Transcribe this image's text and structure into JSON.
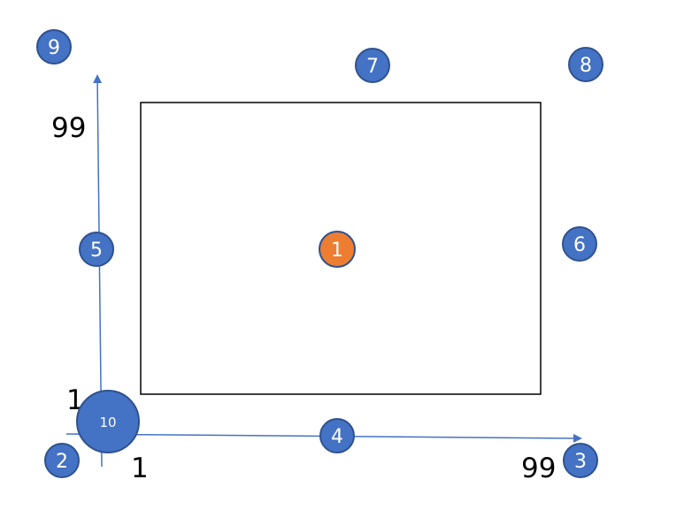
{
  "labels": {
    "y_top": "99",
    "y_bottom": "1",
    "x_left": "1",
    "x_right": "99"
  },
  "markers": [
    {
      "id": "1",
      "color": "#ED7D31"
    },
    {
      "id": "2",
      "color": "#4472C4"
    },
    {
      "id": "3",
      "color": "#4472C4"
    },
    {
      "id": "4",
      "color": "#4472C4"
    },
    {
      "id": "5",
      "color": "#4472C4"
    },
    {
      "id": "6",
      "color": "#4472C4"
    },
    {
      "id": "7",
      "color": "#4472C4"
    },
    {
      "id": "8",
      "color": "#4472C4"
    },
    {
      "id": "9",
      "color": "#4472C4"
    },
    {
      "id": "10",
      "color": "#4472C4"
    }
  ],
  "colors": {
    "axis": "#4472C4",
    "marker_stroke": "#2F528F",
    "rectangle_stroke": "#000000"
  }
}
